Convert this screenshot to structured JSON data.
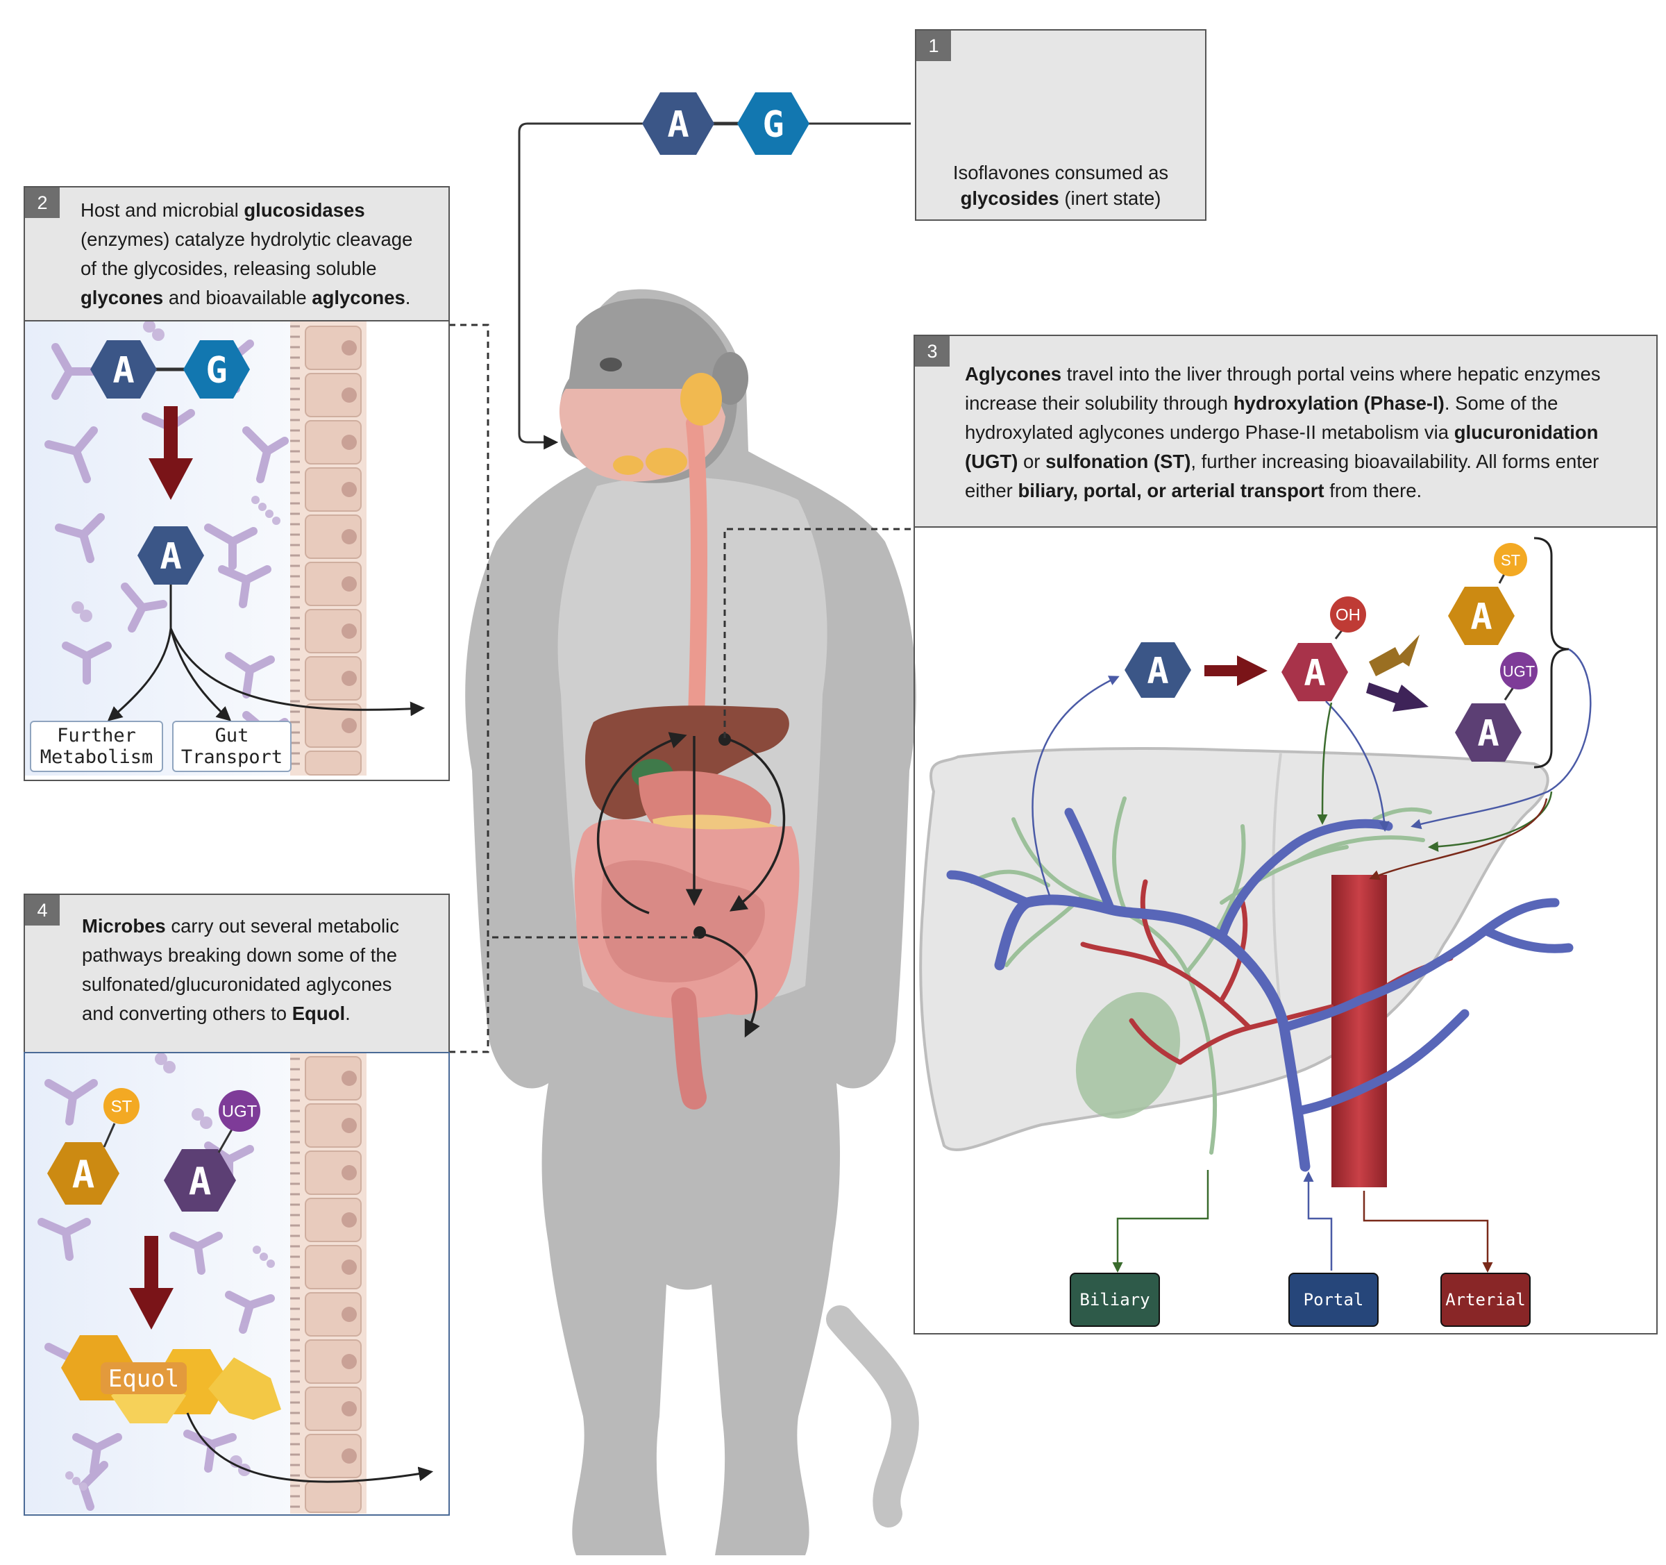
{
  "molecules": {
    "aglycone": "A",
    "glycone": "G",
    "hydroxyl": "OH",
    "sulfonation": "ST",
    "glucuronidation": "UGT",
    "equol": "Equol"
  },
  "panel1": {
    "number": "1",
    "text_a": "Isoflavones consumed as",
    "text_b_bold": "glycosides",
    "text_b_rest": " (inert state)"
  },
  "panel2": {
    "number": "2",
    "t1": "Host and microbial ",
    "b1": "glucosidases",
    "t2": "(enzymes) catalyze hydrolytic cleavage",
    "t3": "of the glycosides, releasing soluble",
    "b2": "glycones",
    "t4": " and bioavailable ",
    "b3": "aglycones",
    "t5": ".",
    "further_l1": "Further",
    "further_l2": "Metabolism",
    "gut_l1": "Gut",
    "gut_l2": "Transport"
  },
  "panel3": {
    "number": "3",
    "b1": "Aglycones",
    "t1": " travel into the liver through portal veins where hepatic enzymes",
    "t2": "increase their solubility through ",
    "b2": "hydroxylation (Phase-I)",
    "t3": ". Some of the",
    "t4": "hydroxylated aglycones undergo Phase-II metabolism via ",
    "b3": "glucuronidation",
    "b4": "(UGT)",
    "t5": " or ",
    "b5": "sulfonation (ST)",
    "t6": ", further increasing bioavailability. All forms enter",
    "t7": "either ",
    "b6": "biliary, portal, or arterial transport",
    "t8": " from there.",
    "biliary": "Biliary",
    "portal": "Portal",
    "arterial": "Arterial"
  },
  "panel4": {
    "number": "4",
    "b1": "Microbes",
    "t1": " carry out several metabolic",
    "t2": "pathways breaking down some of the",
    "t3": "sulfonated/glucuronidated aglycones",
    "t4": "and converting others to ",
    "b2": "Equol",
    "t5": "."
  },
  "colors": {
    "aglycone": "#3b5687",
    "glycone": "#1277b0",
    "hydroxylated": "#a8334a",
    "sulfonated": "#cc8a12",
    "glucuronidated": "#5c3f74",
    "hydroxyl_badge": "#bf3b35",
    "st_badge": "#f3a923",
    "ugt_badge": "#7e3b98",
    "down_arrow": "#7a1418",
    "biliary": "#2e5a49",
    "portal": "#26467a",
    "arterial": "#892627",
    "bile_duct": "#8cb48c",
    "vein": "#5866b8",
    "artery": "#b4373c"
  }
}
